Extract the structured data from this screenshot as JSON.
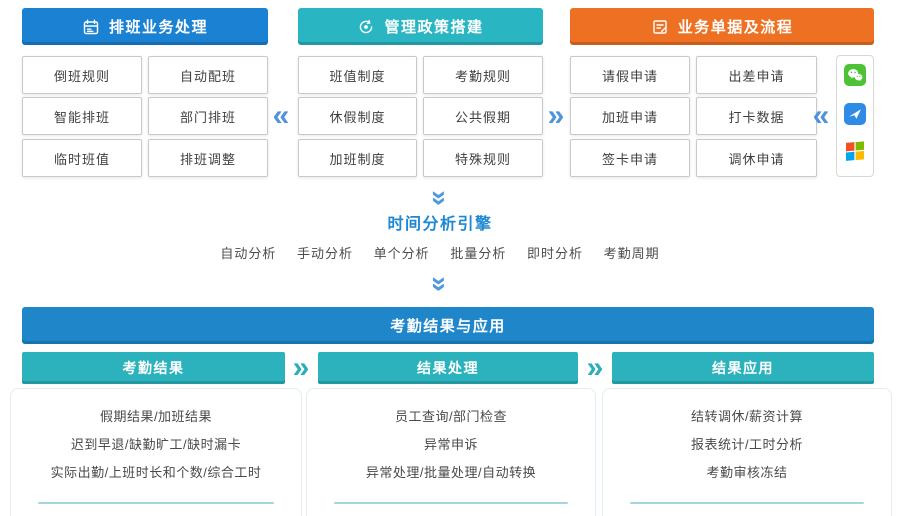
{
  "top_blocks": [
    {
      "title": "排班业务处理",
      "icon": "calendar-icon",
      "color": "#1a81d3",
      "cells": [
        [
          "倒班规则",
          "自动配班"
        ],
        [
          "智能排班",
          "部门排班"
        ],
        [
          "临时班值",
          "排班调整"
        ]
      ]
    },
    {
      "title": "管理政策搭建",
      "icon": "gear-refresh-icon",
      "color": "#2ab5c3",
      "cells": [
        [
          "班值制度",
          "考勤规则"
        ],
        [
          "休假制度",
          "公共假期"
        ],
        [
          "加班制度",
          "特殊规则"
        ]
      ]
    },
    {
      "title": "业务单据及流程",
      "icon": "form-pen-icon",
      "color": "#ee7123",
      "cells": [
        [
          "请假申请",
          "出差申请"
        ],
        [
          "加班申请",
          "打卡数据"
        ],
        [
          "签卡申请",
          "调休申请"
        ]
      ]
    }
  ],
  "glyphs": {
    "chev_left": "«",
    "chev_right": "»"
  },
  "apps": [
    {
      "icon": "wechat-icon"
    },
    {
      "icon": "send-app-icon"
    },
    {
      "icon": "windows-icon"
    }
  ],
  "engine": {
    "title": "时间分析引擎",
    "items": [
      "自动分析",
      "手动分析",
      "单个分析",
      "批量分析",
      "即时分析",
      "考勤周期"
    ]
  },
  "results": {
    "banner": "考勤结果与应用",
    "columns": [
      {
        "title": "考勤结果",
        "items": [
          "假期结果/加班结果",
          "迟到早退/缺勤旷工/缺时漏卡",
          "实际出勤/上班时长和个数/综合工时"
        ]
      },
      {
        "title": "结果处理",
        "items": [
          "员工查询/部门检查",
          "异常申诉",
          "异常处理/批量处理/自动转换"
        ]
      },
      {
        "title": "结果应用",
        "items": [
          "结转调休/薪资计算",
          "报表统计/工时分析",
          "考勤审核冻结"
        ]
      }
    ]
  },
  "colors": {
    "primary_blue": "#1a81d3",
    "teal": "#2ab5c3",
    "orange": "#ee7123",
    "banner_blue": "#1e86c9",
    "sub_teal": "#2bb2bc",
    "chevron_blue": "#4f94da",
    "chevron_teal": "#2aaeba",
    "engine_blue": "#1e88d2",
    "wechat_green": "#4dc236",
    "send_blue": "#2f8be5",
    "win_red": "#f25022",
    "win_green": "#7fba00",
    "win_blue": "#00a4ef",
    "win_yellow": "#ffb900",
    "icon_white": "#ffffff"
  }
}
